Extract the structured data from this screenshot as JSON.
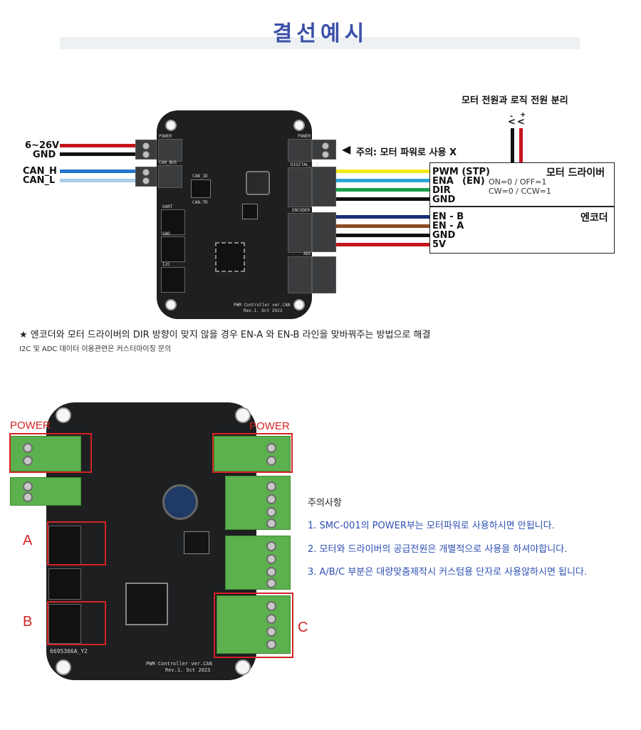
{
  "title": "결선예시",
  "diagram": {
    "power_wire_label_1": "6~26V",
    "power_wire_label_2": "GND",
    "can_h": "CAN_H",
    "can_l": "CAN_L",
    "motor_power_note": "모터 전원과 로직 전원 분리",
    "warning": "주의: 모터 파워로 사용 X",
    "driver": {
      "title": "모터 드라이버",
      "pwm": "PWM (STP)",
      "ena": "ENA",
      "ena_alt": "(EN)",
      "dir": "DIR",
      "gnd": "GND",
      "on_off": "ON=0 / OFF=1",
      "cw_ccw": "CW=0 / CCW=1"
    },
    "encoder": {
      "title": "엔코더",
      "enb": "EN - B",
      "ena": "EN - A",
      "gnd": "GND",
      "v5": "5V"
    },
    "pcb_title": "PWM Controller ver.CAN",
    "pcb_rev": "Rev.1. Oct 2023",
    "pcb_labels": {
      "power": "POWER",
      "can_bus": "CAN_BUS",
      "uart": "UART",
      "swd": "SWD",
      "i2c": "I2C",
      "digital_io": "DIGITAL_I/O",
      "encoder": "ENCODER",
      "adc": "ADC",
      "can_id": "CAN_ID",
      "can_tr": "CAN-TR"
    }
  },
  "notes": {
    "note1": "★ 엔코더와 모터 드라이버의 DIR 방향이 맞지 않을 경우 EN-A 와 EN-B 라인을 맞바꿔주는 방법으로 해결",
    "note2": "I2C 및 ADC 데이터 이용관련은 커스터마이징 문의"
  },
  "photo": {
    "power_left": "POWER",
    "power_right": "POWER",
    "label_a": "A",
    "label_b": "B",
    "label_c": "C",
    "board_id": "6695366A_Y2",
    "pcb_title": "PWM Controller ver.CAN",
    "pcb_rev": "Rev.1. Oct 2023"
  },
  "caution": {
    "title": "주의사항",
    "items": [
      "1. SMC-001의 POWER부는 모터파워로 사용하시면 안됩니다.",
      "2. 모터와 드라이버의 공급전원은 개별적으로 사용을 하셔야합니다.",
      "3. A/B/C 부분은  대량맞춤제작시 커스텀용 단자로 사용않하시면 됩니다."
    ]
  },
  "colors": {
    "title": "#3b4fa8",
    "wire_red": "#c4151c",
    "wire_black": "#111111",
    "wire_blue": "#2477c9",
    "wire_lightblue": "#a9cdea",
    "wire_yellow": "#f2ea16",
    "wire_cyan": "#2aa6d8",
    "wire_green": "#17a04a",
    "wire_navy": "#1b2f7a",
    "wire_brown": "#8a4b1f",
    "highlight_red": "#d42424",
    "caution_blue": "#2d4fb3"
  }
}
